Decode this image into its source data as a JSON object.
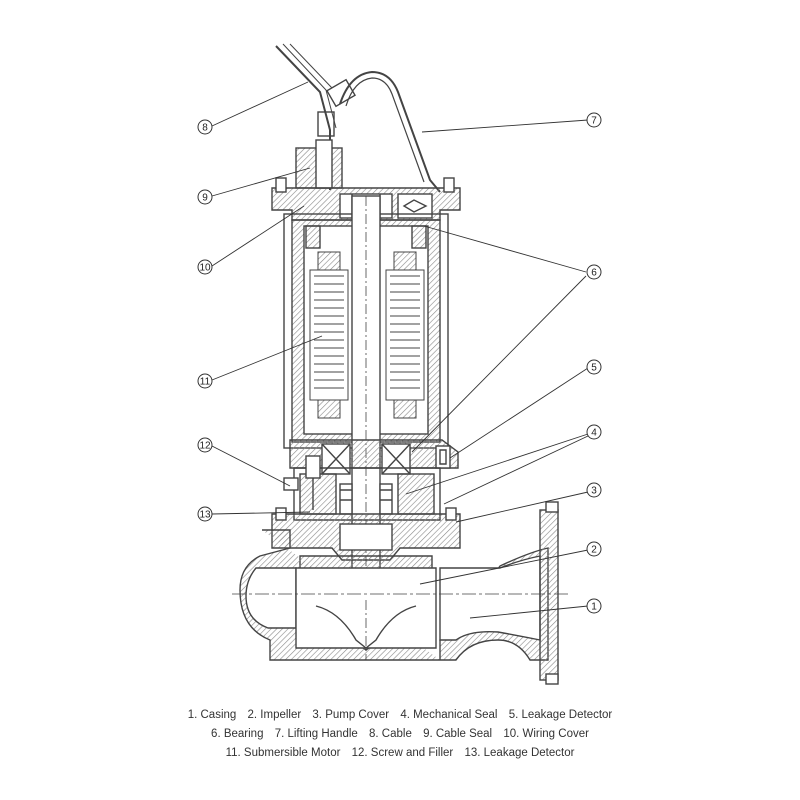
{
  "callouts": [
    "8",
    "7",
    "9",
    "10",
    "6",
    "11",
    "5",
    "4",
    "12",
    "3",
    "13",
    "2",
    "1"
  ],
  "legend": {
    "line1": [
      "1. Casing",
      "2. Impeller",
      "3. Pump Cover",
      "4. Mechanical Seal",
      "5. Leakage Detector"
    ],
    "line2": [
      "6. Bearing",
      "7. Lifting Handle",
      "8. Cable",
      "9. Cable Seal",
      "10. Wiring Cover"
    ],
    "line3": [
      "11. Submersible Motor",
      "12. Screw and Filler",
      "13. Leakage Detector"
    ]
  },
  "colors": {
    "ink": "#444444",
    "hatch": "#888888",
    "text": "#333333"
  }
}
